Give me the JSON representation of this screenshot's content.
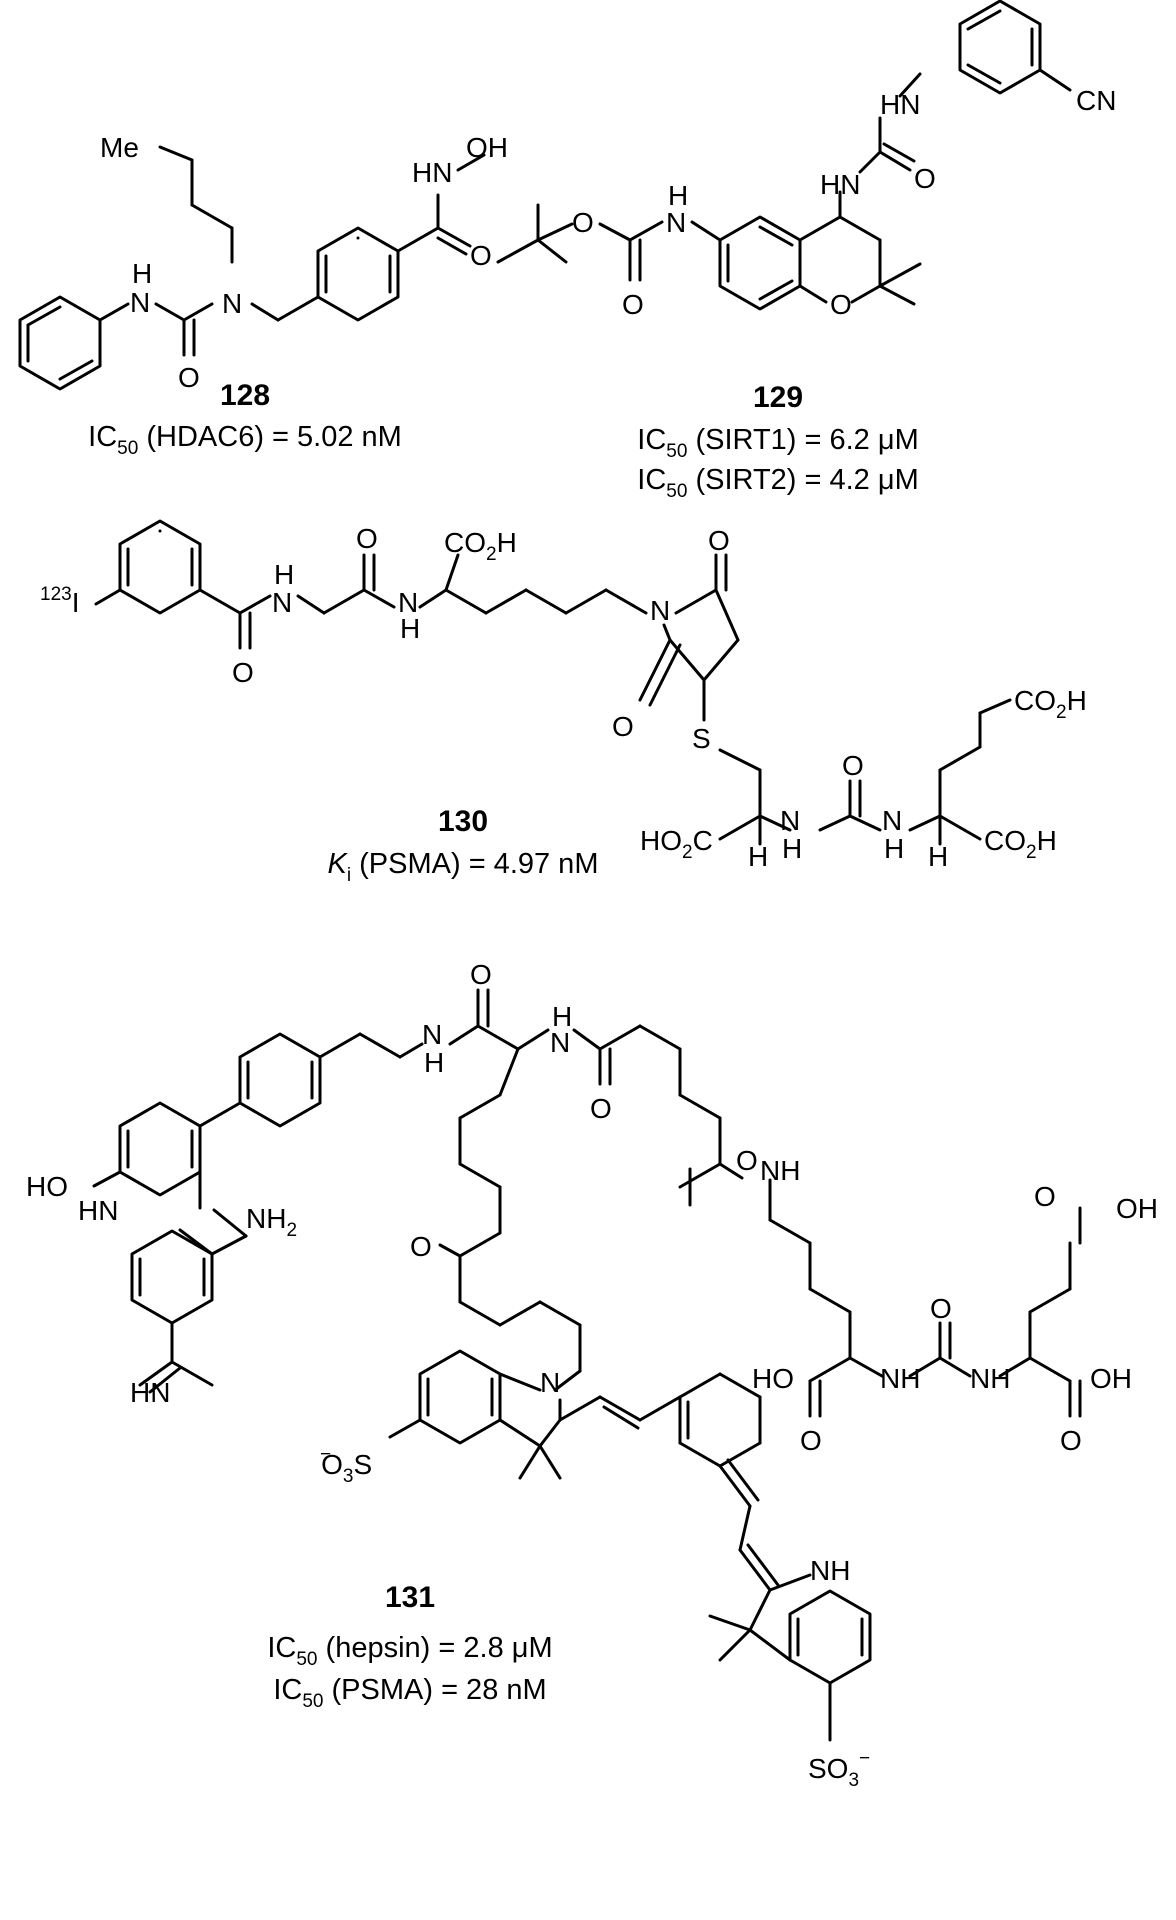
{
  "compounds": [
    {
      "number": "128",
      "activity": [
        {
          "ic": "IC",
          "sub": "50",
          "rest": " (HDAC6) = 5.02 nM"
        }
      ]
    },
    {
      "number": "129",
      "activity": [
        {
          "ic": "IC",
          "sub": "50",
          "rest": " (SIRT1) = 6.2 μM"
        },
        {
          "ic": "IC",
          "sub": "50",
          "rest": " (SIRT2) = 4.2 μM"
        }
      ]
    },
    {
      "number": "130",
      "activity": [
        {
          "ic": "K",
          "sub": "i",
          "rest": " (PSMA) = 4.97 nM"
        }
      ]
    },
    {
      "number": "131",
      "activity": [
        {
          "ic": "IC",
          "sub": "50",
          "rest": " (hepsin) = 2.8 μM"
        },
        {
          "ic": "IC",
          "sub": "50",
          "rest": " (PSMA) = 28 nM"
        }
      ]
    }
  ],
  "atoms": {
    "me": "Me",
    "h": "H",
    "n": "N",
    "o": "O",
    "s": "S",
    "hn": "HN",
    "nh": "NH",
    "ho": "HO",
    "oh": "OH",
    "cn": "CN",
    "co2h": "CO",
    "co2h_sub": "2",
    "co2h_h": "H",
    "ho2c": "HO",
    "ho2c_sub": "2",
    "ho2c_c": "C",
    "iodo_mass": "123",
    "iodo": "I",
    "nh2": "NH",
    "nh2_sub": "2",
    "so3": "O",
    "so3_sub": "3",
    "so3_s": "S",
    "so3_minus": "−",
    "so3b": "SO",
    "so3b_sub": "3"
  }
}
